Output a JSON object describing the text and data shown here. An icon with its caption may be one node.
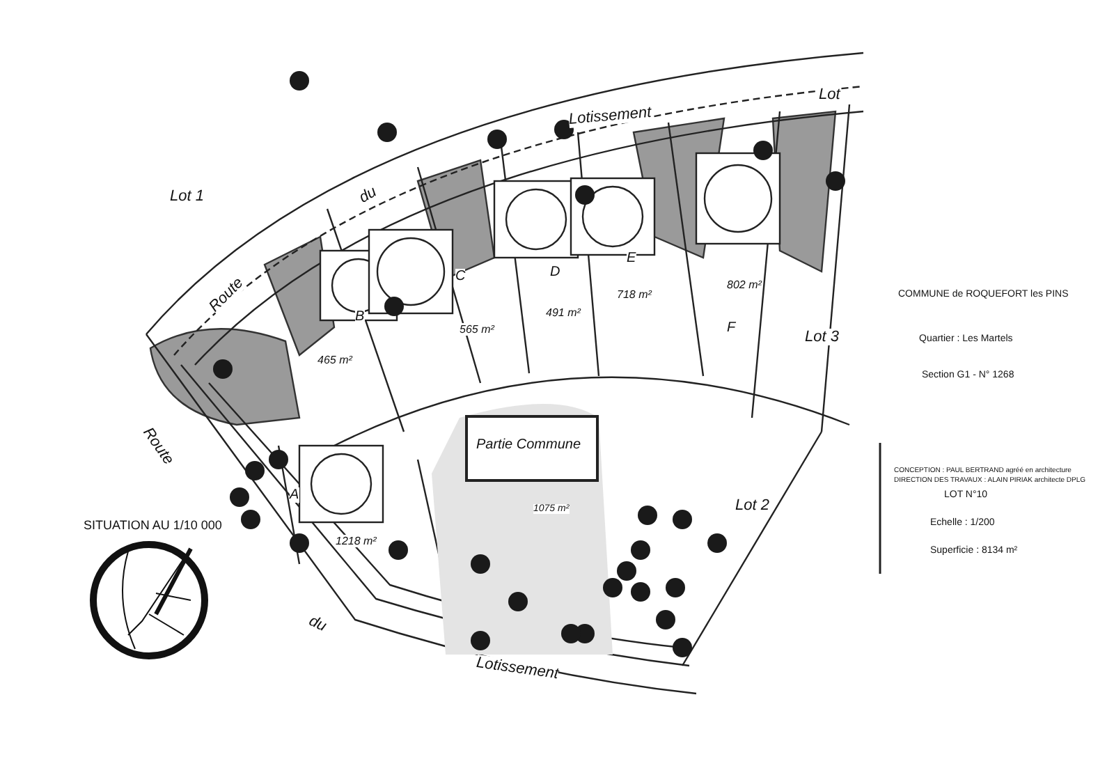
{
  "diagram": {
    "nodes": [
      {
        "text": [
          "Partie Commune"
        ]
      },
      {
        "text": [
          "SITUATION AU 1/10 000"
        ]
      }
    ],
    "labels": [
      "Lot",
      "Lotissement",
      "du",
      "Lot 1",
      "Route",
      "C",
      "D",
      "E",
      "B",
      "565 m²",
      "491 m²",
      "718 m²",
      "802 m²",
      "465 m²",
      "F",
      "Lot 3",
      "COMMUNE de ROQUEFORT les PINS",
      "Quartier : Les Martels",
      "Section G1 - N° 1268",
      "A",
      "Route",
      "1075 m²",
      "1218 m²",
      "Lot 2",
      "LOT N°10",
      "Echelle : 1/200",
      "Superficie : 8134 m²",
      "du",
      "Lotissement",
      "CONCEPTION : PAUL BERTRAND agréé en architecture",
      "DIRECTION DES TRAVAUX : ALAIN PIRIAK architecte DPLG"
    ]
  }
}
